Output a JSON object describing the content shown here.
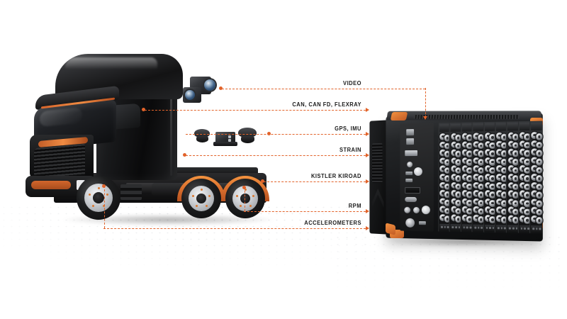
{
  "scene": {
    "title": "Kistler KiRoad vehicle data acquisition overview",
    "background_color": "#ffffff",
    "accent_color": "#e2632a",
    "body_color": "#141516"
  },
  "connections": [
    {
      "id": "video",
      "label": "VIDEO",
      "source": "cameras",
      "target": "daq-top"
    },
    {
      "id": "can",
      "label": "CAN, CAN FD, FLEXRAY",
      "source": "truck-cab",
      "target": "daq-face"
    },
    {
      "id": "gps-imu",
      "label": "GPS, IMU",
      "source": "gps-imu-sensors",
      "target": "daq-face"
    },
    {
      "id": "strain",
      "label": "STRAIN",
      "source": "truck-frame",
      "target": "daq-face"
    },
    {
      "id": "kistler-kiroad",
      "label": "KISTLER KIROAD",
      "source": "rear-wheel",
      "target": "daq-face"
    },
    {
      "id": "rpm",
      "label": "RPM",
      "source": "rear-axle",
      "target": "daq-face"
    },
    {
      "id": "accelerometers",
      "label": "ACCELEROMETERS",
      "source": "front-axle",
      "target": "daq-face"
    }
  ],
  "objects": {
    "truck": {
      "name": "semi-truck-tractor",
      "body_color": "#141516",
      "accent_color": "#e08340"
    },
    "cameras": {
      "name": "industrial-cameras",
      "count": 2
    },
    "sensors": {
      "name": "gps-antennas-and-imu",
      "antennas": 2,
      "imu_modules": 1
    },
    "daq": {
      "name": "kiroad-data-acquisition-chassis",
      "corner_color": "#e2832f",
      "connector_columns": 9
    }
  }
}
